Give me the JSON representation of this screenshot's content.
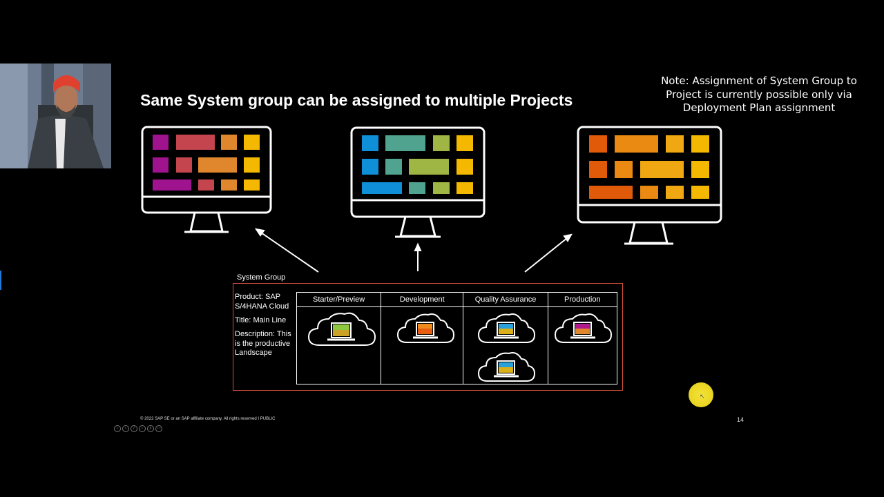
{
  "slide": {
    "title": "Same System group can be assigned to multiple Projects",
    "note": "Note: Assignment of System Group to Project is currently possible only via Deployment Plan assignment",
    "page_number": "14",
    "footer": "© 2022 SAP SE or an SAP affiliate company. All rights reserved  I  PUBLIC"
  },
  "system_group": {
    "label": "System Group",
    "product": "Product: SAP S/4HANA Cloud",
    "title": "Title: Main Line",
    "description": "Description: This is the productive Landscape",
    "columns": [
      {
        "label": "Starter/Preview"
      },
      {
        "label": "Development"
      },
      {
        "label": "Quality Assurance"
      },
      {
        "label": "Production"
      }
    ]
  },
  "monitors": [
    {
      "name": "project-monitor-purple",
      "colors": [
        "#a0138e",
        "#c4454d",
        "#e0872e",
        "#f5b800"
      ]
    },
    {
      "name": "project-monitor-blue",
      "colors": [
        "#0f8fd8",
        "#4fa38f",
        "#9fb544",
        "#f5b800"
      ]
    },
    {
      "name": "project-monitor-orange",
      "colors": [
        "#e05a0a",
        "#ea8a12",
        "#f0a812",
        "#f5b800"
      ]
    }
  ],
  "player_controls": [
    "previous-icon",
    "next-icon",
    "pen-icon",
    "slides-icon",
    "zoom-icon",
    "more-icon"
  ]
}
